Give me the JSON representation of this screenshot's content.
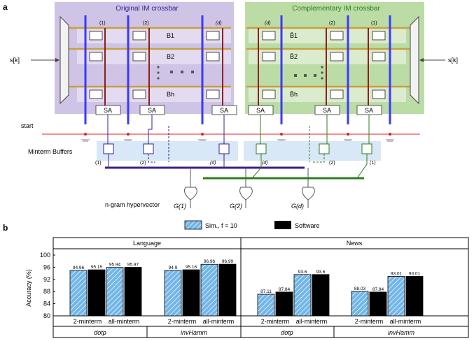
{
  "panel_a": {
    "label": "a",
    "original_title": "Original IM crossbar",
    "complementary_title": "Complementary IM crossbar",
    "input_left": "s[k]",
    "input_right": "s[k]",
    "rows_left": [
      "B1",
      "B2",
      "Bh"
    ],
    "rows_right": [
      "B̄1",
      "B̄2",
      "B̄h"
    ],
    "col_labels_left": [
      "(1)",
      "(2)",
      "(d)"
    ],
    "col_labels_right": [
      "(d)",
      "(2)",
      "(1)"
    ],
    "sa_label": "SA",
    "start_label": "start",
    "minterm_label": "Minterm Buffers",
    "buffer_labels_left": [
      "(1)",
      "(2)",
      "(d)"
    ],
    "buffer_labels_right": [
      "(d)",
      "(2)",
      "(1)"
    ],
    "ngram_label": "n-gram hypervector",
    "outputs": [
      "G(1)",
      "G(2)",
      "G(d)"
    ],
    "colors": {
      "original_bg": "#cfc4e6",
      "complementary_bg": "#bcdca6",
      "bitline": "#3a3aff",
      "wordline": "#c8a040",
      "sourceline": "#8b2020",
      "start_line": "#e02020",
      "buffer_bg": "#d8e8f6",
      "purple": "#3a2090",
      "green": "#2e7d1e"
    }
  },
  "panel_b": {
    "label": "b",
    "legend": [
      {
        "name": "Sim., f = 10",
        "style": "hatched-blue"
      },
      {
        "name": "Software",
        "style": "black"
      }
    ],
    "ylabel": "Accuracy (%)",
    "yticks": [
      "100",
      "96",
      "92",
      "88",
      "84",
      "80"
    ],
    "groups": [
      "Language",
      "News"
    ],
    "methods": [
      "dotp",
      "invHamm",
      "dotp",
      "invHamm"
    ],
    "subcats": [
      "2-minterm",
      "all-minterm",
      "2-minterm",
      "all-minterm",
      "2-minterm",
      "all-minterm",
      "2-minterm",
      "all-minterm"
    ]
  },
  "chart_data": {
    "type": "bar",
    "ylabel": "Accuracy (%)",
    "ylim": [
      80,
      100
    ],
    "yticks": [
      80,
      84,
      88,
      92,
      96,
      100
    ],
    "categories": [
      "Language dotp 2-minterm",
      "Language dotp all-minterm",
      "Language invHamm 2-minterm",
      "Language invHamm all-minterm",
      "News dotp 2-minterm",
      "News dotp all-minterm",
      "News invHamm 2-minterm",
      "News invHamm all-minterm"
    ],
    "series": [
      {
        "name": "Sim., f = 10",
        "values": [
          94.96,
          95.94,
          94.9,
          96.96,
          87.11,
          93.6,
          88.03,
          93.01
        ],
        "labels": [
          "94.96",
          "95.94",
          "94.9",
          "96.96",
          "87.11",
          "93.6",
          "88.03",
          "93.01"
        ],
        "color": "#6fb4e6"
      },
      {
        "name": "Software",
        "values": [
          95.15,
          95.97,
          95.16,
          96.99,
          87.84,
          93.6,
          87.84,
          93.01
        ],
        "labels": [
          "95.15",
          "95.97",
          "95.16",
          "96.99",
          "87.84",
          "93.6",
          "87.84",
          "93.01"
        ],
        "color": "#000000"
      }
    ],
    "grid": false,
    "legend": "top"
  }
}
